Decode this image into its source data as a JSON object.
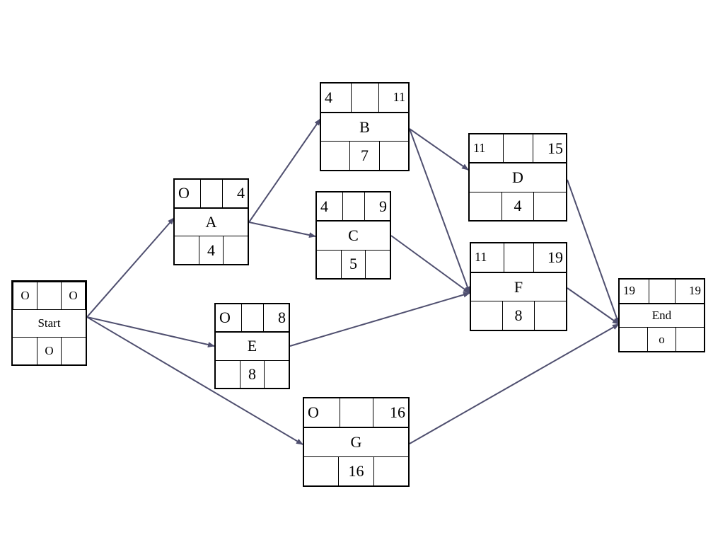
{
  "nodes": [
    {
      "id": "start",
      "name": "Start",
      "es": "O",
      "slack": "",
      "ef": "O",
      "left": "",
      "duration": "O",
      "right": ""
    },
    {
      "id": "a",
      "name": "A",
      "es": "O",
      "slack": "",
      "ef": "4",
      "left": "",
      "duration": "4",
      "right": ""
    },
    {
      "id": "b",
      "name": "B",
      "es": "4",
      "slack": "",
      "ef": "11",
      "left": "",
      "duration": "7",
      "right": ""
    },
    {
      "id": "c",
      "name": "C",
      "es": "4",
      "slack": "",
      "ef": "9",
      "left": "",
      "duration": "5",
      "right": ""
    },
    {
      "id": "d",
      "name": "D",
      "es": "11",
      "slack": "",
      "ef": "15",
      "left": "",
      "duration": "4",
      "right": ""
    },
    {
      "id": "e",
      "name": "E",
      "es": "O",
      "slack": "",
      "ef": "8",
      "left": "",
      "duration": "8",
      "right": ""
    },
    {
      "id": "f",
      "name": "F",
      "es": "11",
      "slack": "",
      "ef": "19",
      "left": "",
      "duration": "8",
      "right": ""
    },
    {
      "id": "g",
      "name": "G",
      "es": "O",
      "slack": "",
      "ef": "16",
      "left": "",
      "duration": "16",
      "right": ""
    },
    {
      "id": "end",
      "name": "End",
      "es": "19",
      "slack": "",
      "ef": "19",
      "left": "",
      "duration": "o",
      "right": ""
    }
  ],
  "edges": [
    [
      "start",
      "a"
    ],
    [
      "start",
      "e"
    ],
    [
      "start",
      "g"
    ],
    [
      "a",
      "b"
    ],
    [
      "a",
      "c"
    ],
    [
      "b",
      "d"
    ],
    [
      "b",
      "f"
    ],
    [
      "c",
      "f"
    ],
    [
      "e",
      "f"
    ],
    [
      "d",
      "end"
    ],
    [
      "f",
      "end"
    ],
    [
      "g",
      "end"
    ]
  ],
  "colors": {
    "edge": "#4f4f6f",
    "border": "#000000"
  }
}
